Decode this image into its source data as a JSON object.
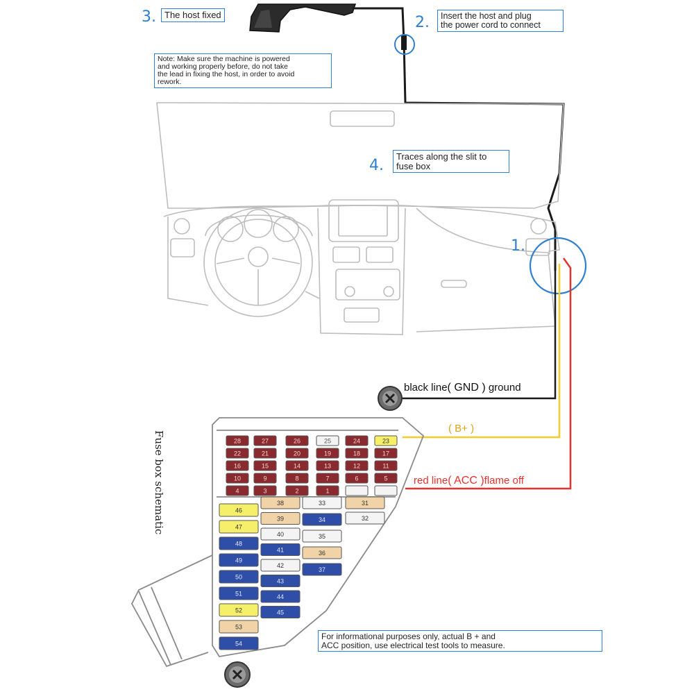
{
  "steps": {
    "step1": {
      "num": "1."
    },
    "step2": {
      "num": "2.",
      "text_line1": "Insert the host and plug",
      "text_line2": "the power cord to connect"
    },
    "step3": {
      "num": "3.",
      "text": "The host fixed"
    },
    "step4": {
      "num": "4.",
      "text_line1": "Traces along the slit to",
      "text_line2": "fuse box"
    }
  },
  "note": {
    "line1": "Note: Make sure the machine is powered",
    "line2": "and working properly before, do not take",
    "line3": "the lead in fixing the host, in order to avoid",
    "line4": "rework."
  },
  "wires": {
    "black": {
      "prefix": "black line",
      "paren": "( GND )",
      "suffix": "ground",
      "color": "#1a1a1a"
    },
    "yellow": {
      "label": "( B+ )",
      "color": "#f5cc2e"
    },
    "red": {
      "prefix": "red line",
      "paren": "( ACC )",
      "suffix": "flame off",
      "color": "#e5322d"
    }
  },
  "fuse_box": {
    "caption": "Fuse box schematic",
    "top_rows": [
      [
        "28",
        "22",
        "16",
        "10",
        "4"
      ],
      [
        "27",
        "21",
        "15",
        "9",
        "3"
      ],
      [
        "26",
        "20",
        "14",
        "8",
        "2"
      ],
      [
        "25",
        "19",
        "13",
        "7",
        "1"
      ],
      [
        "24",
        "18",
        "12",
        "6",
        ""
      ],
      [
        "23",
        "17",
        "11",
        "5",
        ""
      ]
    ],
    "left_column": [
      "46",
      "47",
      "48",
      "49",
      "50",
      "51",
      "52",
      "53",
      "54"
    ],
    "middle_column_a": [
      "38",
      "39",
      "40",
      "41",
      "42",
      "43",
      "44",
      "45"
    ],
    "middle_column_b": [
      "33",
      "34",
      "35",
      "36",
      "37"
    ],
    "middle_column_c": [
      "31",
      "32"
    ]
  },
  "footer_note": {
    "line1": "For informational purposes only, actual B + and",
    "line2": "ACC position, use electrical test tools to measure."
  },
  "colors": {
    "accent_blue": "#2e7fd1",
    "fuse_dark_red": "#8a2a2e",
    "fuse_blue": "#2f4ea8",
    "fuse_yellow": "#f6ef6a",
    "fuse_tan": "#f1d3a8",
    "fuse_white": "#f4f4f4"
  }
}
